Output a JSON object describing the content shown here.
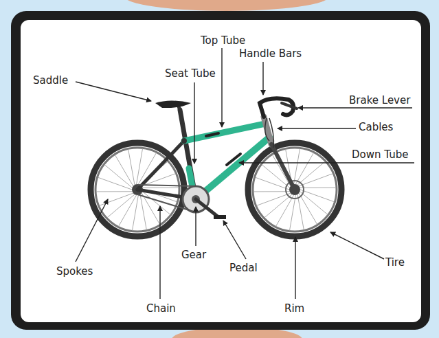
{
  "diagram": {
    "labels": [
      "Top Tube",
      "Handle Bars",
      "Saddle",
      "Seat Tube",
      "Brake Lever",
      "Cables",
      "Down Tube",
      "Spokes",
      "Gear",
      "Pedal",
      "Tire",
      "Chain",
      "Rim"
    ]
  }
}
